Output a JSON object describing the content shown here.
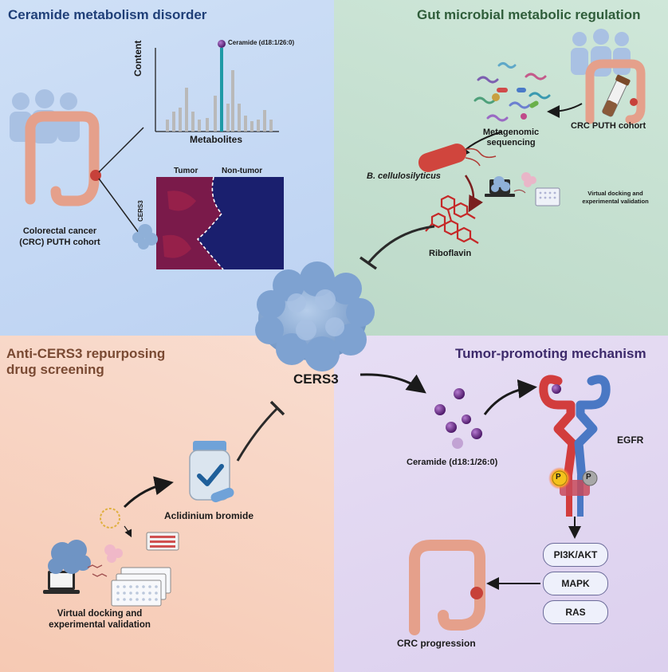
{
  "panels": {
    "top_left": {
      "title": "Ceramide metabolism disorder"
    },
    "top_right": {
      "title": "Gut microbial metabolic regulation"
    },
    "bottom_left": {
      "title_line1": "Anti-CERS3 repurposing",
      "title_line2": "drug screening"
    },
    "bottom_right": {
      "title": "Tumor-promoting mechanism"
    }
  },
  "metabolism": {
    "chart_ylabel": "Content",
    "chart_xlabel": "Metabolites",
    "highlight_label": "Ceramide (d18:1/26:0)",
    "cohort_line1": "Colorectal cancer",
    "cohort_line2": "(CRC) PUTH cohort",
    "ihc_tumor": "Tumor",
    "ihc_nontumor": "Non-tumor",
    "ihc_marker": "CERS3"
  },
  "microbial": {
    "cohort": "CRC PUTH cohort",
    "seq_line1": "Metagenomic",
    "seq_line2": "sequencing",
    "bacterium": "B. cellulosilyticus",
    "metabolite": "Riboflavin",
    "docking_line1": "Virtual docking and",
    "docking_line2": "experimental validation"
  },
  "center": {
    "protein": "CERS3"
  },
  "screening": {
    "drug": "Aclidinium bromide",
    "docking_line1": "Virtual docking and",
    "docking_line2": "experimental validation"
  },
  "mechanism": {
    "ceramide": "Ceramide (d18:1/26:0)",
    "receptor": "EGFR",
    "phospho": "P",
    "pathways": [
      "PI3K/AKT",
      "MAPK",
      "RAS"
    ],
    "outcome": "CRC progression"
  },
  "colors": {
    "tl_bg": "#c6daf4",
    "tr_bg": "#c4dfcf",
    "bl_bg": "#f7d2c0",
    "br_bg": "#e0d5f0",
    "protein": "#8fb0d8",
    "ceramide": "#6a2a86",
    "highlight_bar": "#1f9aa6"
  }
}
